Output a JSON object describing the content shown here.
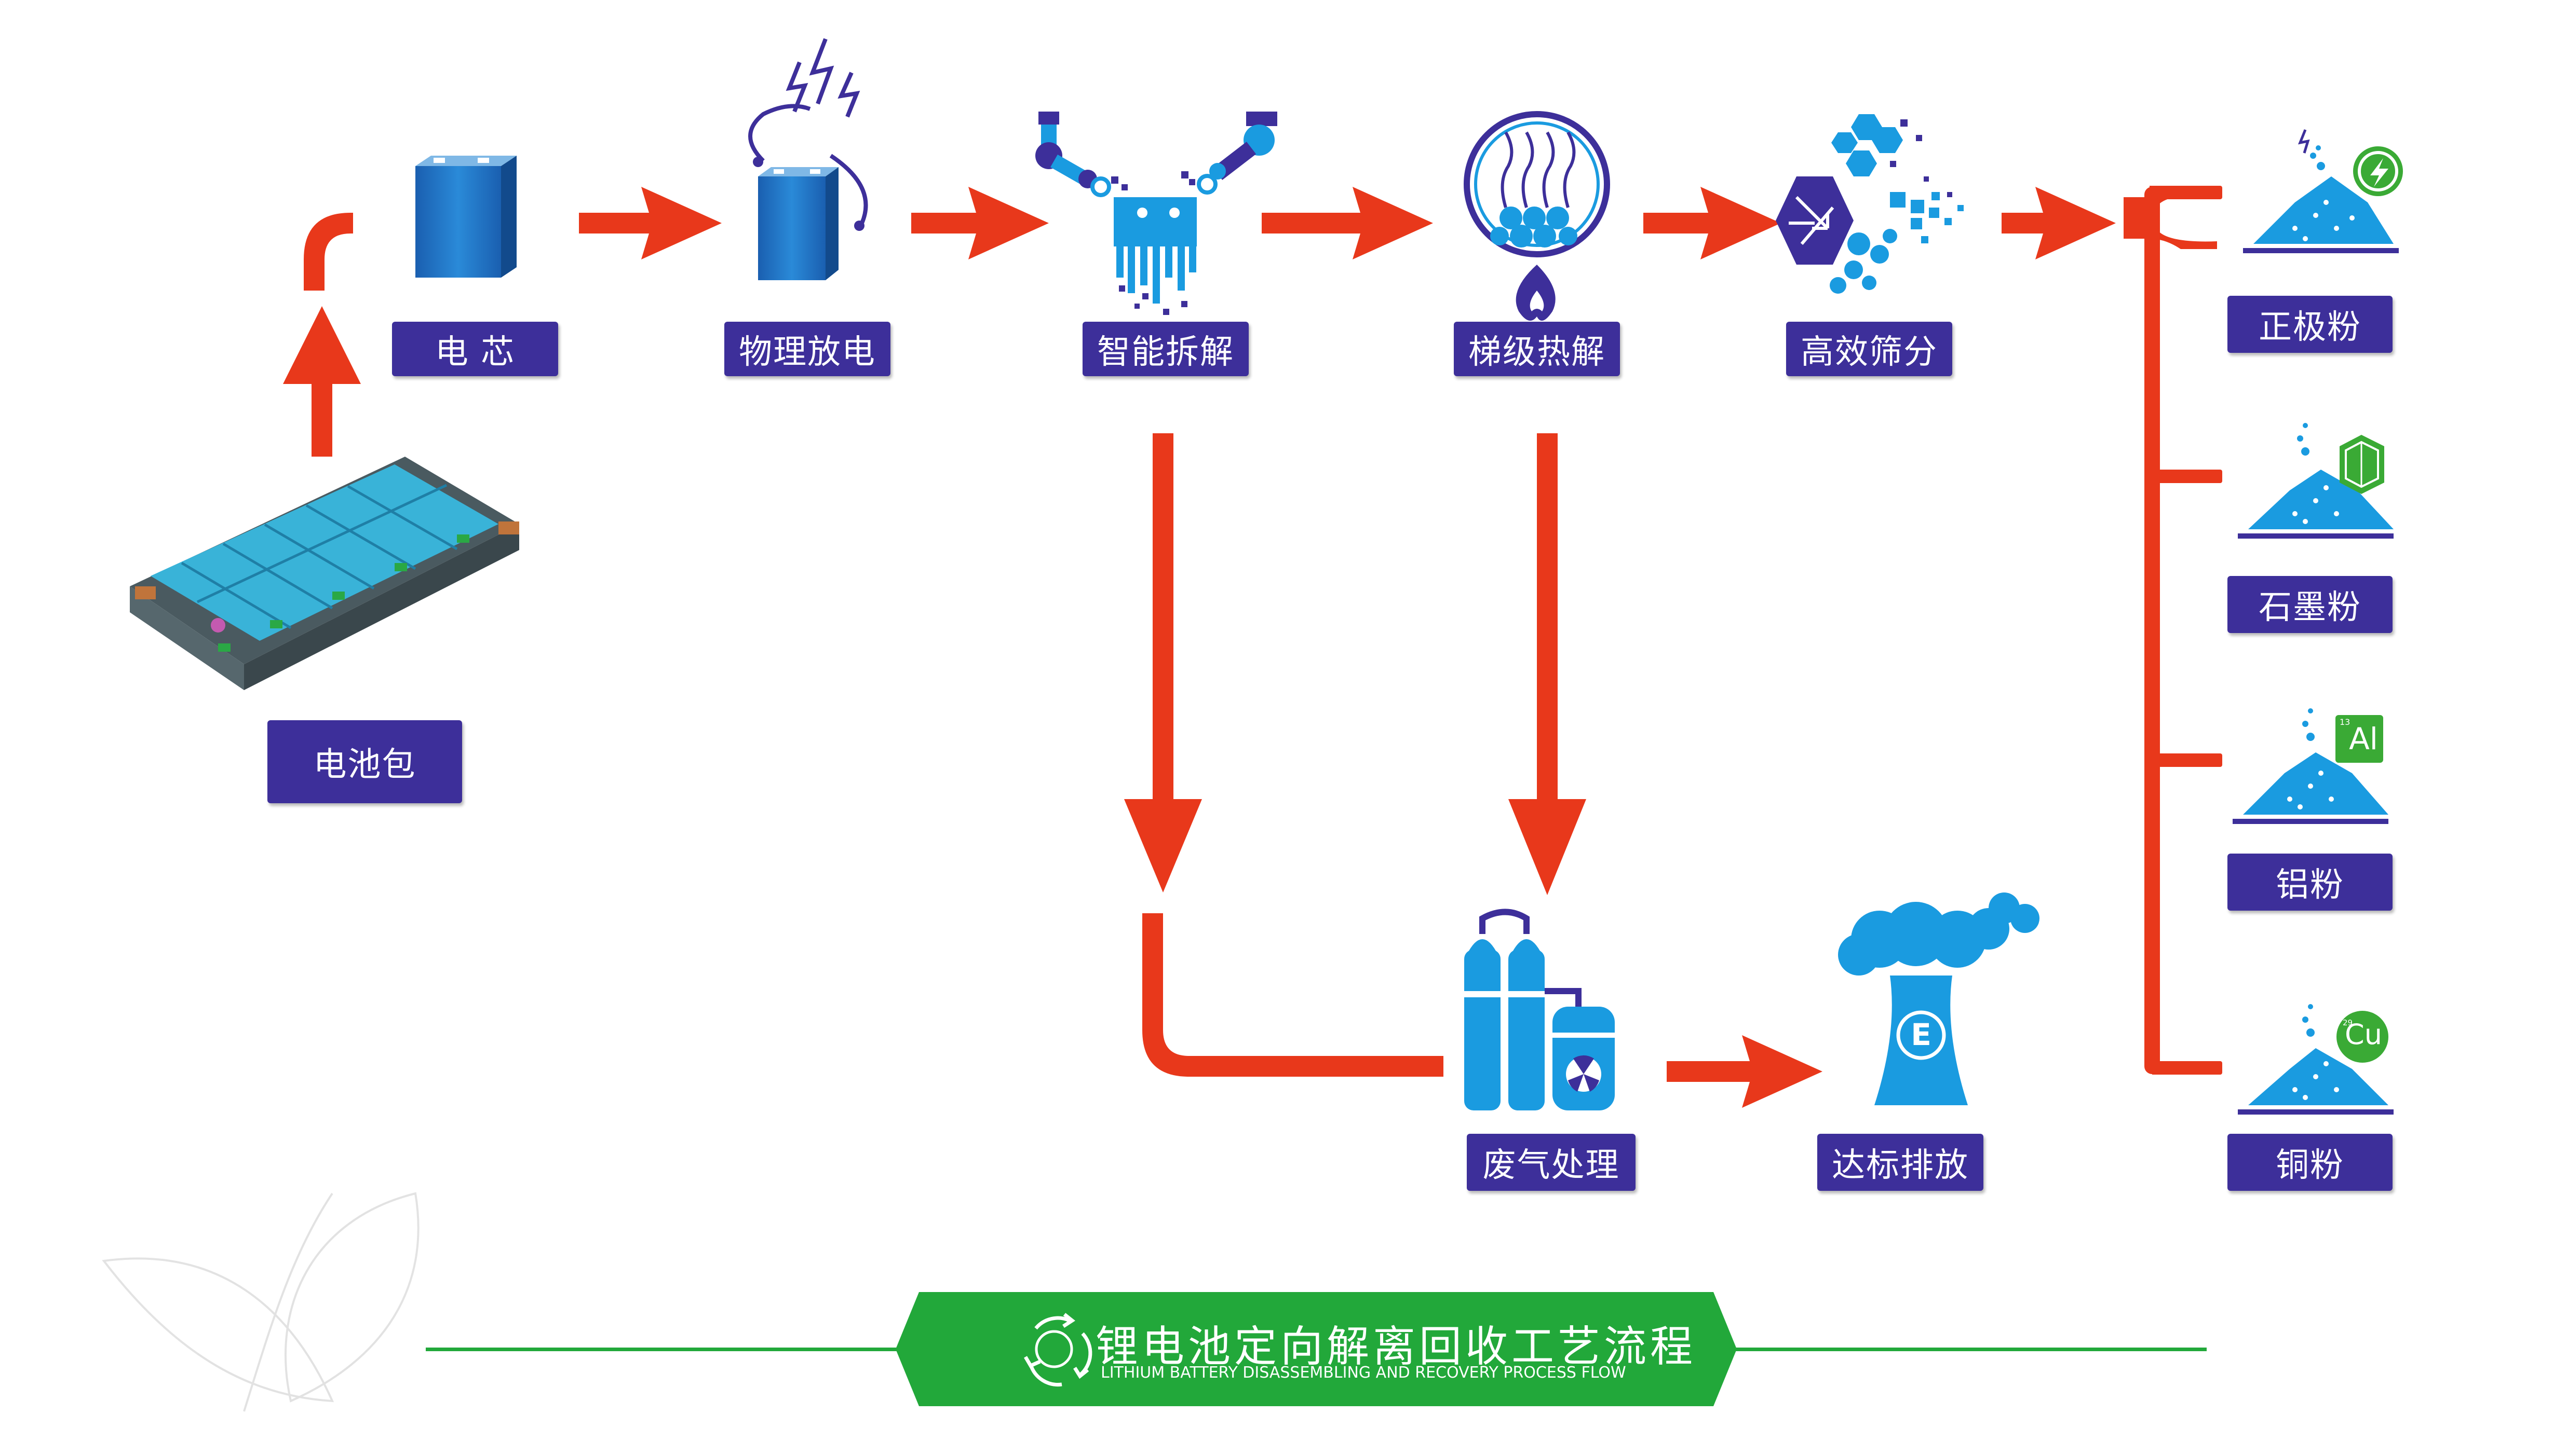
{
  "steps": {
    "cell": "电 芯",
    "discharge": "物理放电",
    "dismantle": "智能拆解",
    "pyrolysis": "梯级热解",
    "sieving": "高效筛分",
    "pack": "电池包",
    "gas": "废气处理",
    "emission": "达标排放"
  },
  "products": {
    "cathode": "正极粉",
    "graphite": "石墨粉",
    "aluminum": "铝粉",
    "copper": "铜粉"
  },
  "badges": {
    "al": "Al",
    "al_num": "13",
    "cu": "Cu",
    "cu_num": "29",
    "e": "E"
  },
  "banner": {
    "title": "锂电池定向解离回收工艺流程",
    "subtitle": "LITHIUM BATTERY DISASSEMBLING AND RECOVERY PROCESS FLOW"
  },
  "icons": [
    "battery-pack-icon",
    "battery-cell-icon",
    "discharge-icon",
    "robot-arms-icon",
    "pyrolysis-icon",
    "sieving-icon",
    "gas-tank-icon",
    "factory-icon",
    "powder-icon",
    "lightning-badge-icon",
    "crystal-badge-icon",
    "recycle-icon"
  ],
  "colors": {
    "label_bg": "#3d2f9a",
    "arrow": "#e8381b",
    "icon_blue": "#1a9be0",
    "icon_purple": "#3d2f9a",
    "banner_green": "#22a83a",
    "badge_green": "#3aaa35"
  }
}
